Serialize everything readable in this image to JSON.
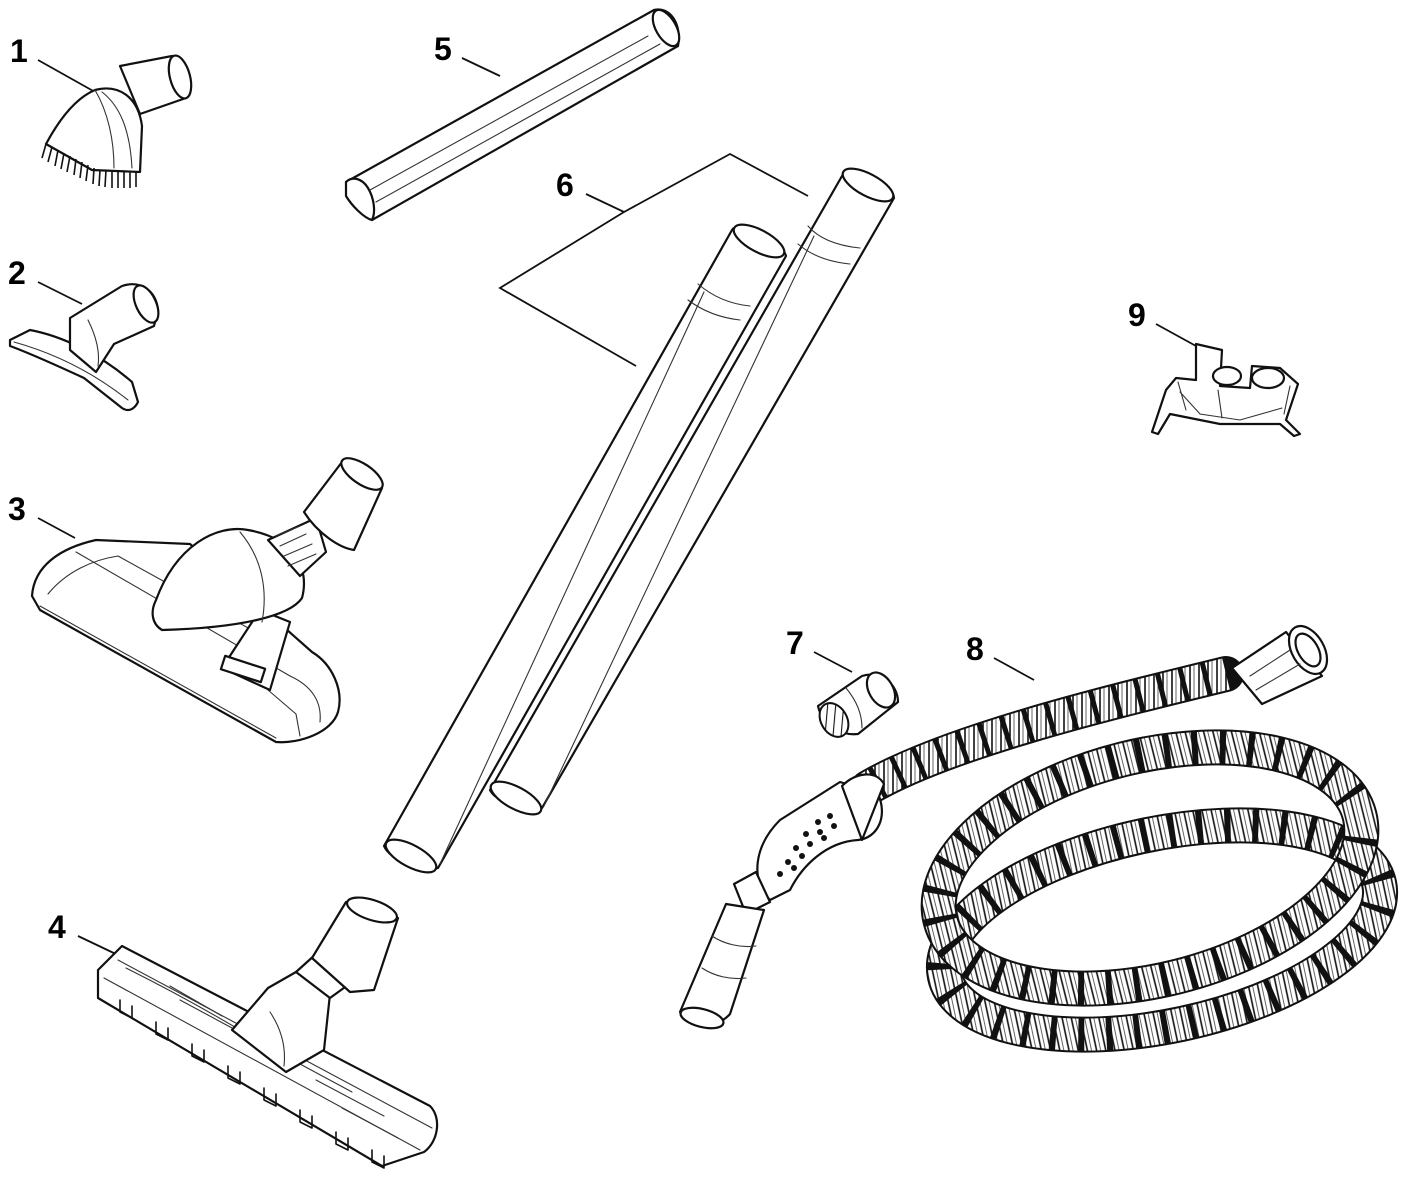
{
  "diagram": {
    "labels": [
      "1",
      "2",
      "3",
      "4",
      "5",
      "6",
      "7",
      "8",
      "9"
    ]
  },
  "colors": {
    "line": "#111111",
    "background": "#ffffff"
  }
}
